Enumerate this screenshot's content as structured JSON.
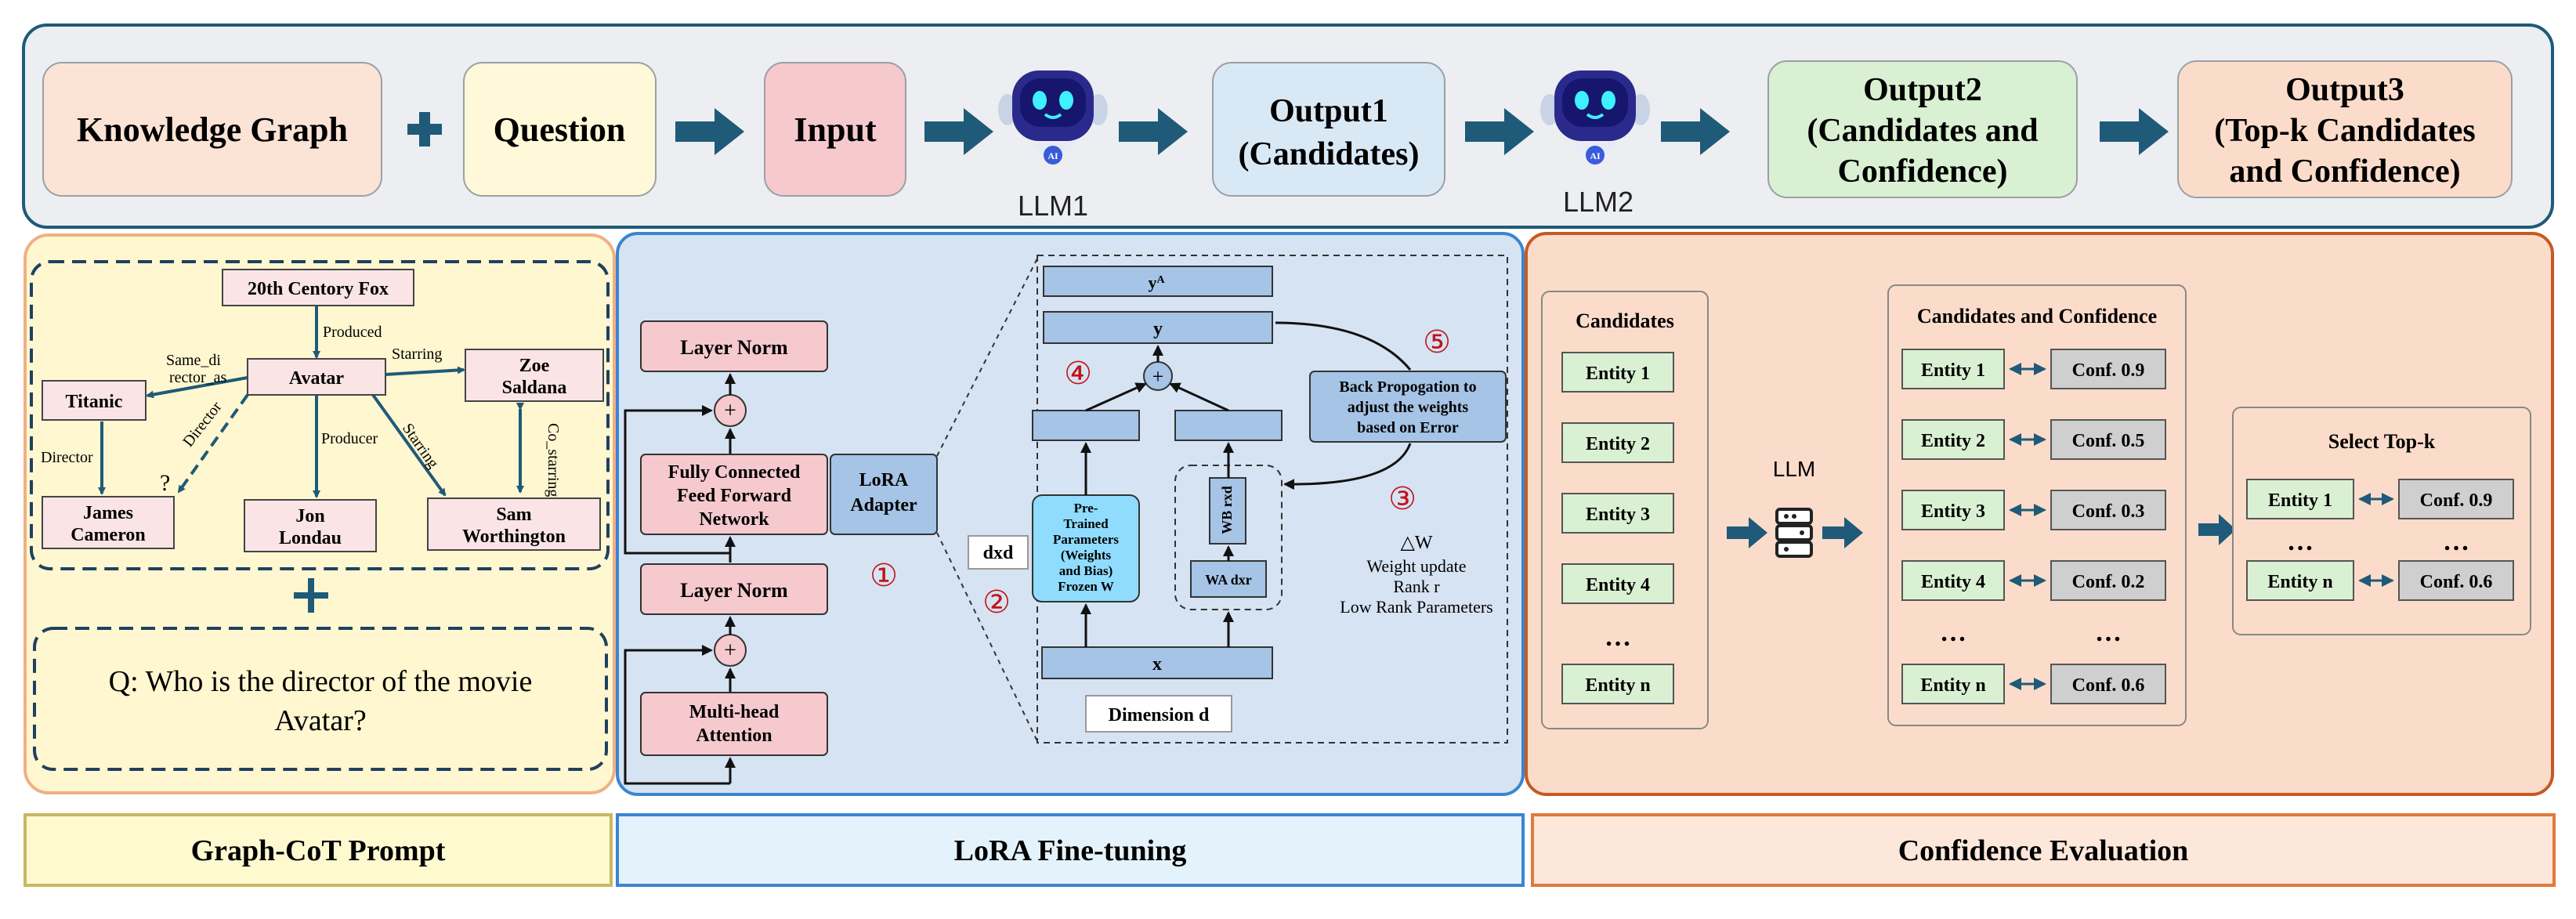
{
  "top_flow": {
    "knowledge_graph": "Knowledge Graph",
    "question": "Question",
    "input": "Input",
    "output1_line1": "Output1",
    "output1_line2": "(Candidates)",
    "llm1": "LLM1",
    "llm2": "LLM2",
    "output2_line1": "Output2",
    "output2_line2": "(Candidates and",
    "output2_line3": "Confidence)",
    "output3_line1": "Output3",
    "output3_line2": "(Top-k Candidates",
    "output3_line3": "and Confidence)",
    "robot_badge": "AI"
  },
  "graph": {
    "fox": "20th Centory Fox",
    "avatar": "Avatar",
    "titanic": "Titanic",
    "zoe_1": "Zoe",
    "zoe_2": "Saldana",
    "james_1": "James",
    "james_2": "Cameron",
    "jon_1": "Jon",
    "jon_2": "Londau",
    "sam_1": "Sam",
    "sam_2": "Worthington",
    "edge_produced": "Produced",
    "edge_same_1": "Same_di",
    "edge_same_2": "rector_as",
    "edge_starring_1": "Starring",
    "edge_starring_2": "Starring",
    "edge_director_1": "Director",
    "edge_director_2": "Director",
    "edge_producer": "Producer",
    "edge_costarring": "Co_starring",
    "unknown": "?"
  },
  "question_box": {
    "line1": "Q: Who is the director of the movie",
    "line2": "Avatar?"
  },
  "lora": {
    "layer_norm_top": "Layer Norm",
    "ffn_1": "Fully Connected",
    "ffn_2": "Feed Forward",
    "ffn_3": "Network",
    "layer_norm_bottom": "Layer Norm",
    "mha_1": "Multi-head",
    "mha_2": "Attention",
    "adapter_1": "LoRA",
    "adapter_2": "Adapter",
    "plus": "+",
    "step1": "①",
    "step2": "②",
    "step3": "③",
    "step4": "④",
    "step5": "⑤",
    "dxd": "dxd",
    "yA": "yA",
    "y": "y",
    "x": "x",
    "pretrained_1": "Pre-",
    "pretrained_2": "Trained",
    "pretrained_3": "Parameters",
    "pretrained_4": "(Weights",
    "pretrained_5": "and Bias)",
    "pretrained_6": "Frozen W",
    "wb": "WB rxd",
    "wa": "WA dxr",
    "dimension": "Dimension d",
    "backprop_1": "Back Propogation to",
    "backprop_2": "adjust the weights",
    "backprop_3": "based on Error",
    "delta_w": "△W",
    "weight_update": "Weight update",
    "rank": "Rank r",
    "low_rank": "Low Rank Parameters"
  },
  "confidence": {
    "candidates_title": "Candidates",
    "entities": [
      "Entity 1",
      "Entity 2",
      "Entity 3",
      "Entity 4",
      "…",
      "Entity n"
    ],
    "llm_label": "LLM",
    "cc_title": "Candidates and Confidence",
    "cc_rows": [
      {
        "entity": "Entity 1",
        "conf": "Conf. 0.9"
      },
      {
        "entity": "Entity 2",
        "conf": "Conf. 0.5"
      },
      {
        "entity": "Entity 3",
        "conf": "Conf. 0.3"
      },
      {
        "entity": "Entity 4",
        "conf": "Conf. 0.2"
      },
      {
        "entity": "…",
        "conf": "…"
      },
      {
        "entity": "Entity n",
        "conf": "Conf. 0.6"
      }
    ],
    "topk_title": "Select Top-k",
    "topk_rows": [
      {
        "entity": "Entity 1",
        "conf": "Conf. 0.9"
      },
      {
        "entity": "…",
        "conf": "…"
      },
      {
        "entity": "Entity n",
        "conf": "Conf. 0.6"
      }
    ]
  },
  "bottom_labels": {
    "graph_cot": "Graph-CoT Prompt",
    "lora": "LoRA Fine-tuning",
    "confidence": "Confidence Evaluation"
  },
  "colors": {
    "arrow_teal": "#1f5a78",
    "kg_fill": "#fbe4d5",
    "question_fill": "#fff9d9",
    "input_fill": "#f6c9cd",
    "output1_fill": "#d9e8f5",
    "output2_fill": "#d9f0d2",
    "output3_fill": "#fbdcca"
  }
}
